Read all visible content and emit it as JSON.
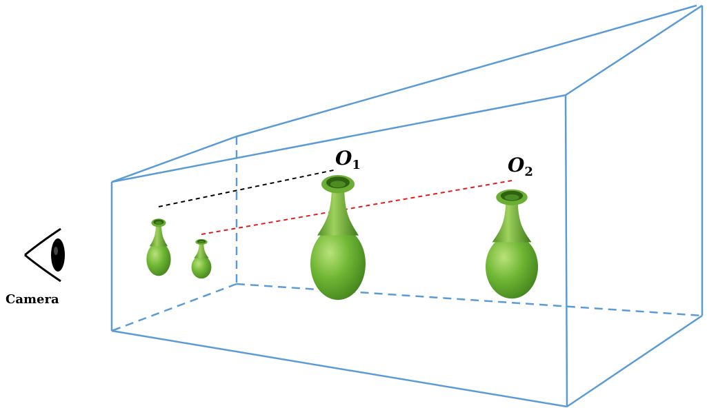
{
  "camera": {
    "label": "Camera"
  },
  "objects": [
    {
      "letter": "O",
      "index": "1"
    },
    {
      "letter": "O",
      "index": "2"
    }
  ],
  "colors": {
    "frustum": "#5b9bd5",
    "vase": "#5ea531",
    "projection_line_1": "#000000",
    "projection_line_2": "#e41a1c"
  }
}
